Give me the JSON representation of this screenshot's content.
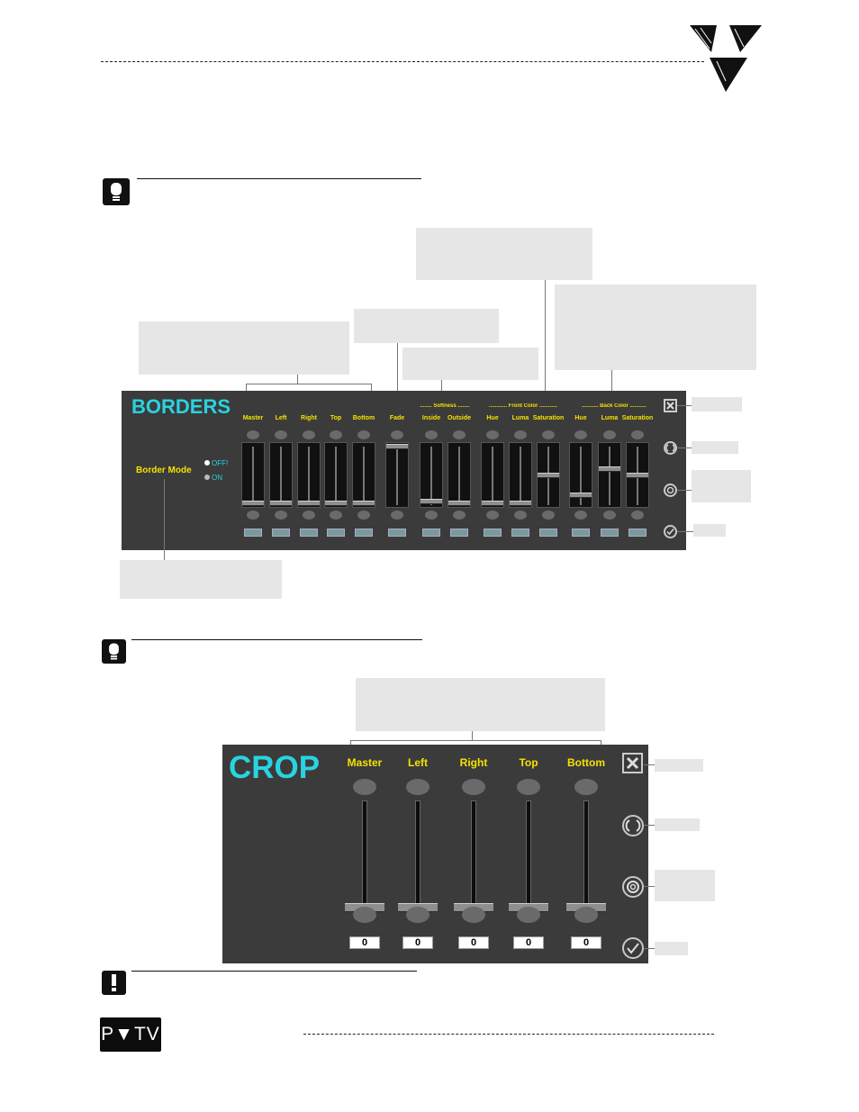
{
  "borders_panel": {
    "title": "BORDERS",
    "mode_label": "Border Mode",
    "mode_options": [
      "OFF!",
      "ON"
    ],
    "groups": {
      "softness": "........ Softness ........",
      "front_color": "............ Front Color ............",
      "back_color": "........... Back Color ..........."
    },
    "sliders": [
      {
        "label": "Master",
        "level": 0.0
      },
      {
        "label": "Left",
        "level": 0.0
      },
      {
        "label": "Right",
        "level": 0.0
      },
      {
        "label": "Top",
        "level": 0.0
      },
      {
        "label": "Bottom",
        "level": 0.0
      },
      {
        "label": "Fade",
        "level": 1.0
      },
      {
        "label": "Inside",
        "level": 0.03
      },
      {
        "label": "Outside",
        "level": 0.0
      },
      {
        "label": "Hue",
        "level": 0.0
      },
      {
        "label": "Luma",
        "level": 0.0
      },
      {
        "label": "Saturation",
        "level": 0.5
      },
      {
        "label": "Hue",
        "level": 0.15
      },
      {
        "label": "Luma",
        "level": 0.6
      },
      {
        "label": "Saturation",
        "level": 0.5
      }
    ]
  },
  "crop_panel": {
    "title": "CROP",
    "sliders": [
      {
        "label": "Master",
        "value": "0",
        "level": 0.0
      },
      {
        "label": "Left",
        "value": "0",
        "level": 0.0
      },
      {
        "label": "Right",
        "value": "0",
        "level": 0.0
      },
      {
        "label": "Top",
        "value": "0",
        "level": 0.0
      },
      {
        "label": "Bottom",
        "value": "0",
        "level": 0.0
      }
    ]
  },
  "footer": {
    "logo_text": "P▼TV"
  },
  "colors": {
    "panel": "#3b3b3b",
    "title_cyan": "#29d3e0",
    "label_yellow": "#f4e200",
    "callout_gray": "#e6e6e6"
  },
  "icons": [
    "lightbulb-icon",
    "exclamation-icon",
    "close-icon",
    "reset-icon",
    "target-icon",
    "check-icon",
    "arrow-up-icon",
    "arrow-down-icon"
  ]
}
